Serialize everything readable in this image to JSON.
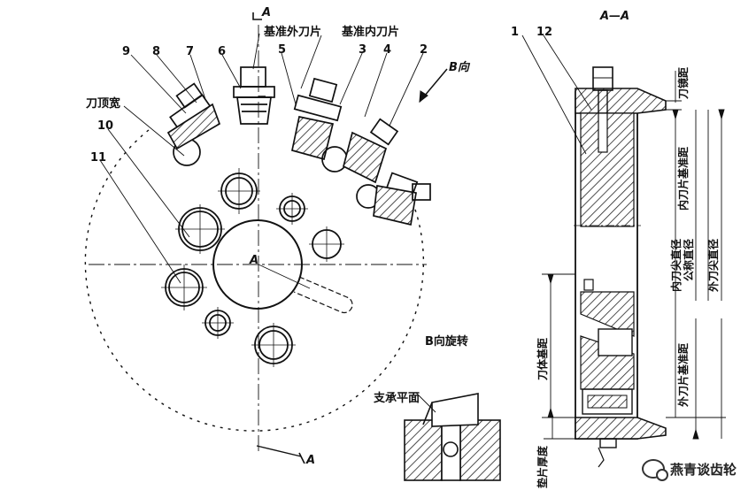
{
  "labels": {
    "section_a_top": "A",
    "section_a_bottom": "A",
    "section_title": "A—A",
    "outer_blade": "基准外刀片",
    "inner_blade": "基准内刀片",
    "b_direction": "B向",
    "top_width": "刀顶宽",
    "center_a": "A",
    "b_rotated": "B向旋转",
    "support_plane": "支承平面",
    "blade_mirror_dist": "刀镜距",
    "inner_blade_base_dist": "内刀片基准距",
    "inner_tip_diameter": "内刀尖直径",
    "nominal_diameter": "公称直径",
    "outer_tip_diameter": "外刀尖直径",
    "body_base_dist": "刀体基距",
    "outer_blade_base_dist": "外刀片基准距",
    "shim_thickness": "垫片厚度"
  },
  "part_numbers": {
    "p1": "1",
    "p2": "2",
    "p3": "3",
    "p4": "4",
    "p5": "5",
    "p6": "6",
    "p7": "7",
    "p8": "8",
    "p9": "9",
    "p10": "10",
    "p11": "11",
    "p12": "12"
  },
  "watermark": {
    "text": "燕青谈齿轮",
    "icon": "wechat-icon"
  }
}
